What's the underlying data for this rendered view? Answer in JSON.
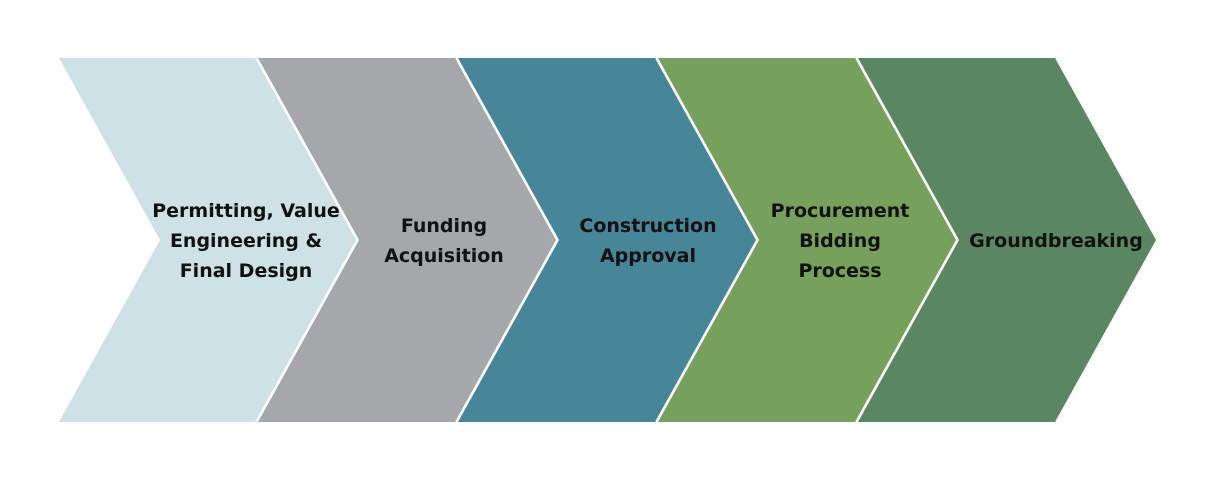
{
  "process": {
    "steps": [
      {
        "label": "Permitting, Value\nEngineering &\nFinal Design",
        "color": "#cde1e7"
      },
      {
        "label": "Funding\nAcquisition",
        "color": "#a5a8ab"
      },
      {
        "label": "Construction\nApproval",
        "color": "#478598"
      },
      {
        "label": "Procurement\nBidding\nProcess",
        "color": "#76a05b"
      },
      {
        "label": "Groundbreaking",
        "color": "#5a8761"
      }
    ]
  }
}
